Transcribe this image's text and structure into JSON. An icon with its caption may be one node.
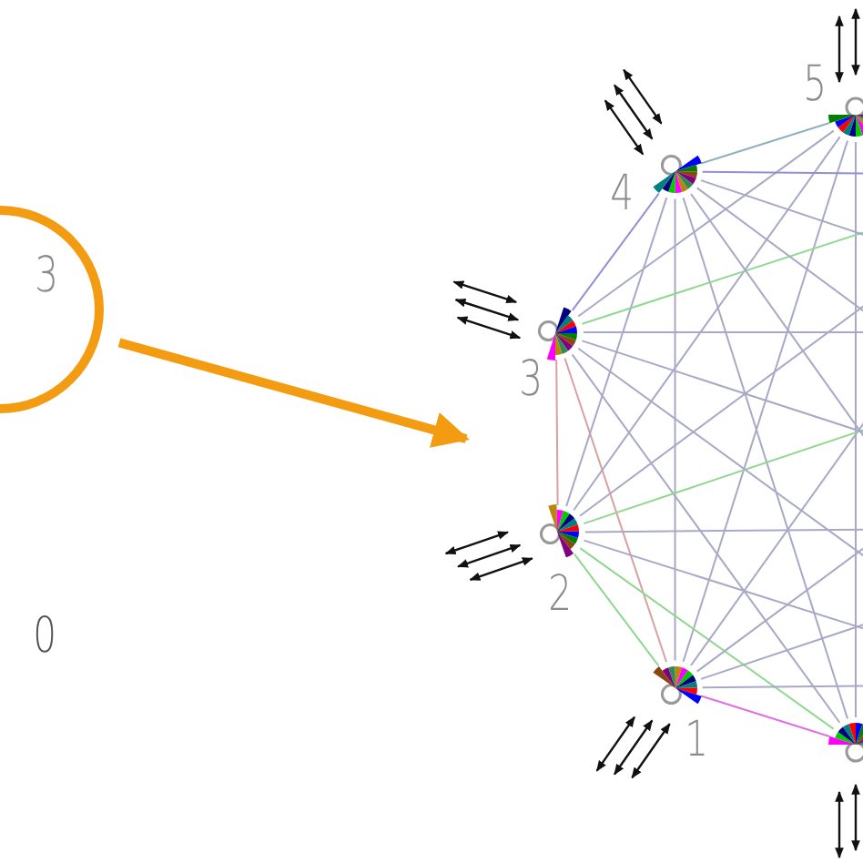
{
  "diagram": {
    "nodes": [
      {
        "text": [
          "3"
        ]
      },
      {
        "text": [],
        "shape": "circle",
        "beside": [
          "1"
        ]
      },
      {
        "text": [],
        "shape": "circle",
        "beside": [
          "2"
        ]
      },
      {
        "text": [],
        "shape": "circle",
        "beside": [
          "3"
        ]
      },
      {
        "text": [],
        "shape": "circle",
        "beside": [
          "4"
        ]
      },
      {
        "text": [],
        "shape": "circle",
        "beside": [
          "5"
        ]
      },
      {
        "text": [],
        "shape": "circle"
      }
    ],
    "edges": [
      {
        "from": 0,
        "to": null,
        "arrow": "to",
        "style": "thick",
        "color": "#f39c12"
      },
      {
        "from": 1,
        "to": 2,
        "arrow": "none",
        "color": "#90d890"
      },
      {
        "from": 1,
        "to": 3,
        "arrow": "none",
        "color": "#d8a0a0"
      },
      {
        "from": 1,
        "to": 4,
        "arrow": "none"
      },
      {
        "from": 1,
        "to": 5,
        "arrow": "none"
      },
      {
        "from": 1,
        "to": 6,
        "arrow": "none",
        "color": "#e070e0"
      },
      {
        "from": 2,
        "to": 3,
        "arrow": "none",
        "color": "#d8a0a0"
      },
      {
        "from": 2,
        "to": 4,
        "arrow": "none"
      },
      {
        "from": 2,
        "to": 5,
        "arrow": "none"
      },
      {
        "from": 2,
        "to": 6,
        "arrow": "none",
        "color": "#90d890"
      },
      {
        "from": 3,
        "to": 4,
        "arrow": "none",
        "color": "#9090d8"
      },
      {
        "from": 3,
        "to": 5,
        "arrow": "none"
      },
      {
        "from": 3,
        "to": 6,
        "arrow": "none"
      },
      {
        "from": 4,
        "to": 5,
        "arrow": "none",
        "color": "#90b0c0"
      },
      {
        "from": 4,
        "to": 6,
        "arrow": "none"
      },
      {
        "from": 5,
        "to": 6,
        "arrow": "none"
      },
      {
        "from": 1,
        "to": null,
        "arrow": "none"
      },
      {
        "from": 1,
        "to": null,
        "arrow": "none"
      },
      {
        "from": 1,
        "to": null,
        "arrow": "none"
      },
      {
        "from": 1,
        "to": null,
        "arrow": "none"
      },
      {
        "from": 2,
        "to": null,
        "arrow": "none"
      },
      {
        "from": 2,
        "to": null,
        "arrow": "none",
        "color": "#90d890"
      },
      {
        "from": 2,
        "to": null,
        "arrow": "none"
      },
      {
        "from": 2,
        "to": null,
        "arrow": "none"
      },
      {
        "from": 3,
        "to": null,
        "arrow": "none",
        "color": "#90d890"
      },
      {
        "from": 3,
        "to": null,
        "arrow": "none"
      },
      {
        "from": 3,
        "to": null,
        "arrow": "none"
      },
      {
        "from": 3,
        "to": null,
        "arrow": "none"
      },
      {
        "from": 4,
        "to": null,
        "arrow": "none",
        "color": "#9090d8"
      },
      {
        "from": 4,
        "to": null,
        "arrow": "none"
      },
      {
        "from": 4,
        "to": null,
        "arrow": "none"
      },
      {
        "from": 4,
        "to": null,
        "arrow": "none"
      }
    ],
    "labels": [
      "0"
    ]
  }
}
